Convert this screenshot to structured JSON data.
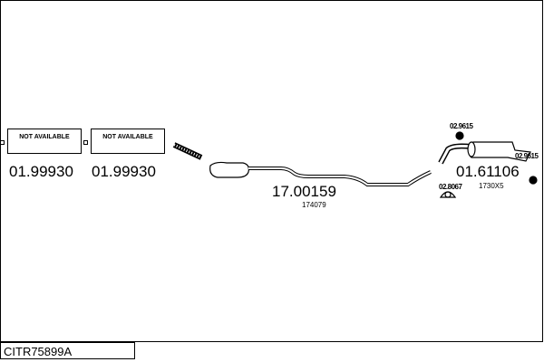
{
  "title": "CITR75899A",
  "parts": [
    {
      "label": "NOT AVAILABLE",
      "part_no": "01.99930"
    },
    {
      "label": "NOT AVAILABLE",
      "part_no": "01.99930"
    },
    {
      "part_no": "17.00159",
      "ref": "174079"
    },
    {
      "part_no": "01.61106",
      "ref": "1730X5"
    }
  ],
  "accessories": [
    "02.9615",
    "02.8067",
    "02.9615"
  ]
}
